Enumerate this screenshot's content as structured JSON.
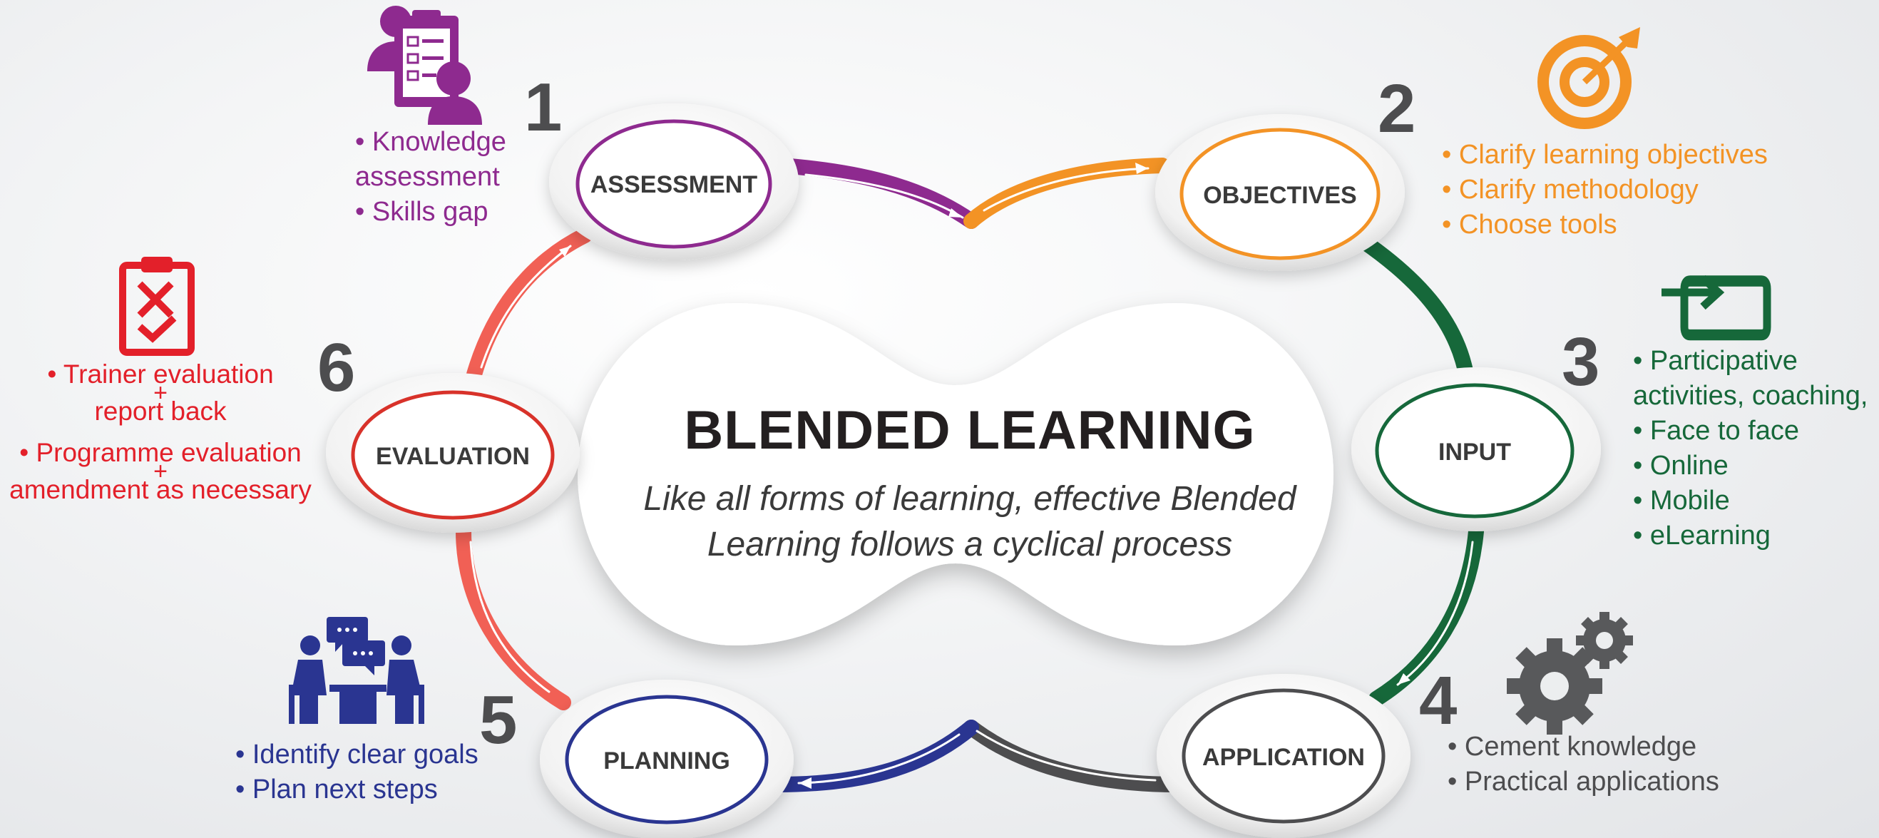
{
  "title": "BLENDED LEARNING",
  "subtitle_line1": "Like all forms of learning, effective Blended",
  "subtitle_line2": "Learning follows a cyclical process",
  "colors": {
    "assessment": "#8e2a8f",
    "objectives": "#f39325",
    "input": "#16683a",
    "application": "#4d4d4f",
    "planning": "#2a3591",
    "evaluation": "#e3202a",
    "evaluation_ring": "#f16055"
  },
  "steps": [
    {
      "number": "1",
      "label": "ASSESSMENT",
      "icon": "clipboard-person-icon",
      "bullets": [
        "Knowledge",
        "assessment",
        "Skills gap"
      ]
    },
    {
      "number": "2",
      "label": "OBJECTIVES",
      "icon": "target-icon",
      "bullets": [
        "Clarify learning objectives",
        "Clarify methodology",
        "Choose tools"
      ]
    },
    {
      "number": "3",
      "label": "INPUT",
      "icon": "input-screen-icon",
      "bullets": [
        "Participative",
        "activities, coaching,",
        "Face to face",
        "Online",
        "Mobile",
        "eLearning"
      ]
    },
    {
      "number": "4",
      "label": "APPLICATION",
      "icon": "gears-icon",
      "bullets": [
        "Cement knowledge",
        "Practical applications"
      ]
    },
    {
      "number": "5",
      "label": "PLANNING",
      "icon": "meeting-icon",
      "bullets": [
        "Identify clear goals",
        "Plan next steps"
      ]
    },
    {
      "number": "6",
      "label": "EVALUATION",
      "icon": "checklist-icon",
      "lines": [
        "Trainer evaluation",
        "+",
        "report back",
        "Programme evaluation",
        "+",
        "amendment as necessary"
      ]
    }
  ]
}
